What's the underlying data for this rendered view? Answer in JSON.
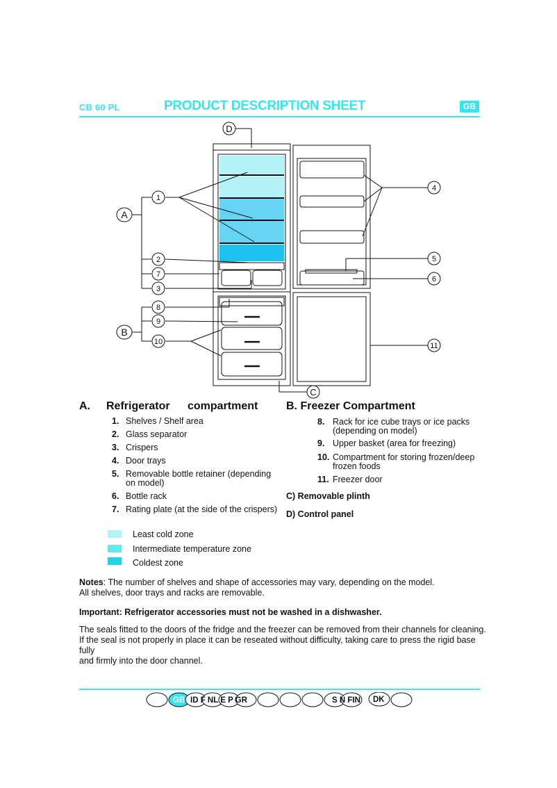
{
  "header": {
    "model": "CB 60 PL",
    "title": "PRODUCT DESCRIPTION SHEET",
    "lang_badge": "GB"
  },
  "diagram": {
    "callout_letters": [
      "A",
      "B",
      "C",
      "D"
    ],
    "callout_numbers": [
      "1",
      "2",
      "7",
      "3",
      "8",
      "9",
      "10",
      "4",
      "5",
      "6",
      "11"
    ]
  },
  "section_a": {
    "label": "A.",
    "title": "Refrigerator",
    "title_2": "compartment",
    "items": [
      {
        "num": "1.",
        "text": "Shelves / Shelf area"
      },
      {
        "num": "2.",
        "text": "Glass separator"
      },
      {
        "num": "3.",
        "text": "Crispers"
      },
      {
        "num": "4.",
        "text": "Door trays"
      },
      {
        "num": "5.",
        "text": "Removable bottle retainer (depending",
        "text2": "on model)"
      },
      {
        "num": "6.",
        "text": "Bottle rack"
      },
      {
        "num": "7.",
        "text": "Rating plate (at the side of the crispers)"
      }
    ]
  },
  "section_b": {
    "title": "B. Freezer Compartment",
    "items": [
      {
        "num": "8.",
        "text": "Rack for ice cube trays or ice packs",
        "text2": "(depending on model)"
      },
      {
        "num": "9.",
        "text": "Upper basket (area for freezing)"
      },
      {
        "num": "10.",
        "text": "Compartment for storing frozen/deep",
        "text2": "frozen foods"
      },
      {
        "num": "11.",
        "text": "Freezer door"
      }
    ],
    "c_label": "C) Removable plinth",
    "d_label": "D) Control panel"
  },
  "legend": [
    {
      "label": "Least cold zone",
      "color": "#b3f2f7"
    },
    {
      "label": "Intermediate temperature zone",
      "color": "#66e8f2"
    },
    {
      "label": "Coldest zone",
      "color": "#1ed6ec"
    }
  ],
  "notes": {
    "label": "Notes",
    "line1": ": The number of shelves and shape of accessories may vary, depending on the model.",
    "line2": "All shelves, door trays and racks are removable."
  },
  "important": "Important: Refrigerator accessories must not be washed in a dishwasher.",
  "seals": {
    "line1": "The seals fitted to the doors of the fridge and the freezer can be removed from their channels for cleaning.",
    "line2": "If the seal is not properly in place it can be reseated without difficulty, taking care to press the rigid base fully",
    "line3": "and firmly into the door channel."
  },
  "footer_langs": [
    "",
    "GB",
    "ID F NL E P GR",
    "",
    "",
    "",
    "S N FIN",
    "DK",
    ""
  ],
  "colors": {
    "accent": "#33e6f0",
    "zone_light": "#b3f2f7",
    "zone_mid": "#66e8f2",
    "zone_cold": "#1ed6ec"
  }
}
